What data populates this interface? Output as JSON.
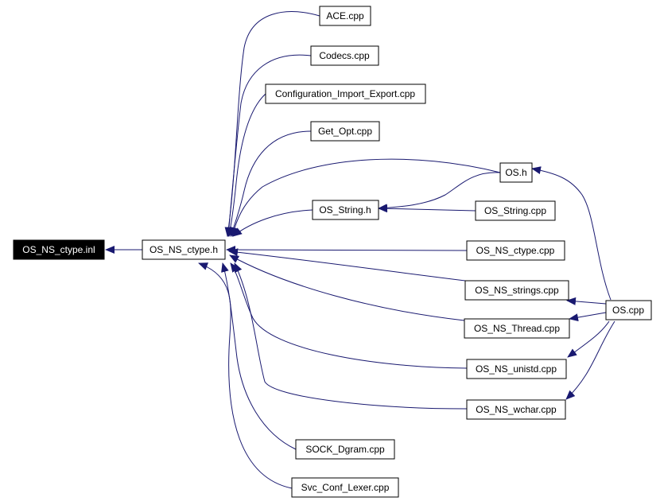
{
  "graph": {
    "nodes": [
      {
        "id": "os_ns_ctype_inl",
        "label": "OS_NS_ctype.inl",
        "root": true
      },
      {
        "id": "os_ns_ctype_h",
        "label": "OS_NS_ctype.h"
      },
      {
        "id": "ace_cpp",
        "label": "ACE.cpp"
      },
      {
        "id": "codecs_cpp",
        "label": "Codecs.cpp"
      },
      {
        "id": "configuration_cpp",
        "label": "Configuration_Import_Export.cpp"
      },
      {
        "id": "get_opt_cpp",
        "label": "Get_Opt.cpp"
      },
      {
        "id": "os_h",
        "label": "OS.h"
      },
      {
        "id": "os_string_h",
        "label": "OS_String.h"
      },
      {
        "id": "os_string_cpp",
        "label": "OS_String.cpp"
      },
      {
        "id": "os_ns_ctype_cpp",
        "label": "OS_NS_ctype.cpp"
      },
      {
        "id": "os_ns_strings_cpp",
        "label": "OS_NS_strings.cpp"
      },
      {
        "id": "os_ns_thread_cpp",
        "label": "OS_NS_Thread.cpp"
      },
      {
        "id": "os_ns_unistd_cpp",
        "label": "OS_NS_unistd.cpp"
      },
      {
        "id": "os_ns_wchar_cpp",
        "label": "OS_NS_wchar.cpp"
      },
      {
        "id": "os_cpp",
        "label": "OS.cpp"
      },
      {
        "id": "sock_dgram_cpp",
        "label": "SOCK_Dgram.cpp"
      },
      {
        "id": "svc_conf_lexer_cpp",
        "label": "Svc_Conf_Lexer.cpp"
      }
    ],
    "edges": [
      {
        "from": "os_ns_ctype_h",
        "to": "os_ns_ctype_inl"
      },
      {
        "from": "ace_cpp",
        "to": "os_ns_ctype_h"
      },
      {
        "from": "codecs_cpp",
        "to": "os_ns_ctype_h"
      },
      {
        "from": "configuration_cpp",
        "to": "os_ns_ctype_h"
      },
      {
        "from": "get_opt_cpp",
        "to": "os_ns_ctype_h"
      },
      {
        "from": "os_h",
        "to": "os_ns_ctype_h"
      },
      {
        "from": "os_string_h",
        "to": "os_ns_ctype_h"
      },
      {
        "from": "os_h",
        "to": "os_string_h"
      },
      {
        "from": "os_string_cpp",
        "to": "os_string_h"
      },
      {
        "from": "os_ns_ctype_cpp",
        "to": "os_ns_ctype_h"
      },
      {
        "from": "os_ns_strings_cpp",
        "to": "os_ns_ctype_h"
      },
      {
        "from": "os_ns_thread_cpp",
        "to": "os_ns_ctype_h"
      },
      {
        "from": "os_ns_unistd_cpp",
        "to": "os_ns_ctype_h"
      },
      {
        "from": "os_ns_wchar_cpp",
        "to": "os_ns_ctype_h"
      },
      {
        "from": "sock_dgram_cpp",
        "to": "os_ns_ctype_h"
      },
      {
        "from": "svc_conf_lexer_cpp",
        "to": "os_ns_ctype_h"
      },
      {
        "from": "os_cpp",
        "to": "os_h"
      },
      {
        "from": "os_cpp",
        "to": "os_ns_strings_cpp"
      },
      {
        "from": "os_cpp",
        "to": "os_ns_thread_cpp"
      },
      {
        "from": "os_cpp",
        "to": "os_ns_unistd_cpp"
      },
      {
        "from": "os_cpp",
        "to": "os_ns_wchar_cpp"
      }
    ],
    "colors": {
      "edge": "#191970",
      "root_fill": "#000000",
      "root_text": "#ffffff"
    }
  }
}
